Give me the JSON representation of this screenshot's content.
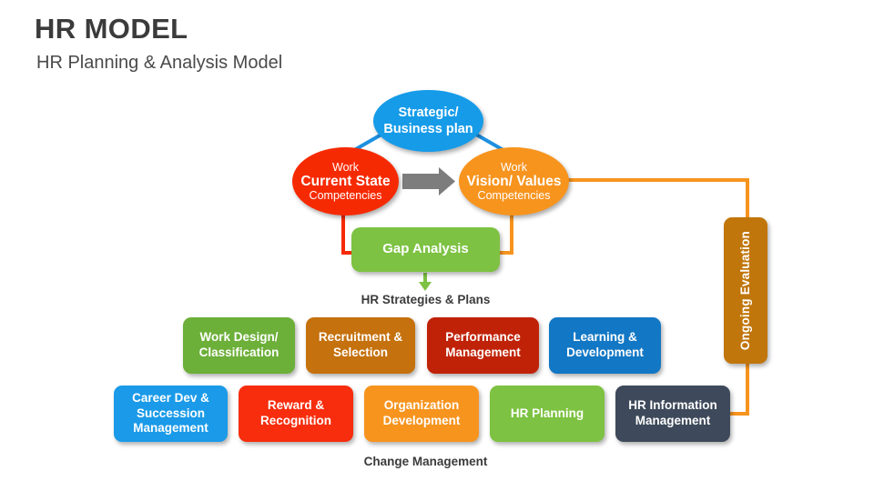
{
  "header": {
    "title": "HR MODEL",
    "subtitle": "HR Planning & Analysis Model"
  },
  "diagram": {
    "ellipses": [
      {
        "id": "strategic",
        "line1": "Strategic/",
        "line2": "Business plan",
        "color": "#159BE8"
      },
      {
        "id": "current-state",
        "line1": "Work",
        "line2": "Current State",
        "line3": "Competencies",
        "color": "#F62A02"
      },
      {
        "id": "vision-values",
        "line1": "Work",
        "line2": "Vision/ Values",
        "line3": "Competencies",
        "color": "#F7941E"
      }
    ],
    "gap_analysis": {
      "label": "Gap Analysis",
      "color": "#7DC242"
    },
    "strategies_caption": "HR Strategies & Plans",
    "change_caption": "Change Management",
    "ongoing_evaluation": {
      "label": "Ongoing Evaluation",
      "color": "#C1760B"
    },
    "strategy_row1": [
      {
        "line1": "Work Design/",
        "line2": "Classification",
        "color": "#6CAF39"
      },
      {
        "line1": "Recruitment &",
        "line2": "Selection",
        "color": "#C5710D"
      },
      {
        "line1": "Performance",
        "line2": "Management",
        "color": "#C02208"
      },
      {
        "line1": "Learning &",
        "line2": "Development",
        "color": "#1277C4"
      }
    ],
    "strategy_row2": [
      {
        "line1": "Career Dev &",
        "line2": "Succession",
        "line3": "Management",
        "color": "#1A9AE8"
      },
      {
        "line1": "Reward &",
        "line2": "Recognition",
        "color": "#F72D0D"
      },
      {
        "line1": "Organization",
        "line2": "Development",
        "color": "#F7941E"
      },
      {
        "line1": "HR Planning",
        "line2": "",
        "color": "#7DC242"
      },
      {
        "line1": "HR Information",
        "line2": "Management",
        "color": "#3E4A5B"
      }
    ],
    "connector_colors": {
      "blue_arrow": "#1E90E0",
      "gray_arrow": "#7D7D7D",
      "red_line": "#F62A02",
      "orange_line": "#F7941E",
      "green_arrow": "#7DC242"
    }
  }
}
